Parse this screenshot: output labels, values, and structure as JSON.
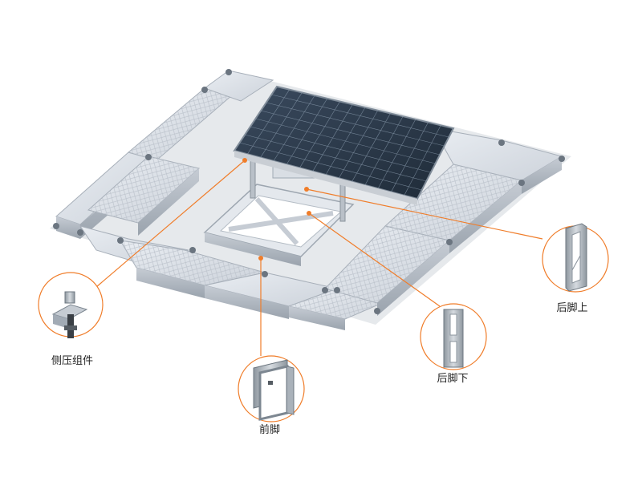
{
  "accent_color": "#f07d2a",
  "float_color": "#dfe4ea",
  "panel_color": "#2b3a4c",
  "bracket_color": "#a9b1ba",
  "callouts": [
    {
      "key": "side_clamp",
      "label": "侧压组件"
    },
    {
      "key": "front_leg",
      "label": "前脚"
    },
    {
      "key": "rear_leg_lower",
      "label": "后脚下"
    },
    {
      "key": "rear_leg_upper",
      "label": "后脚上"
    }
  ]
}
